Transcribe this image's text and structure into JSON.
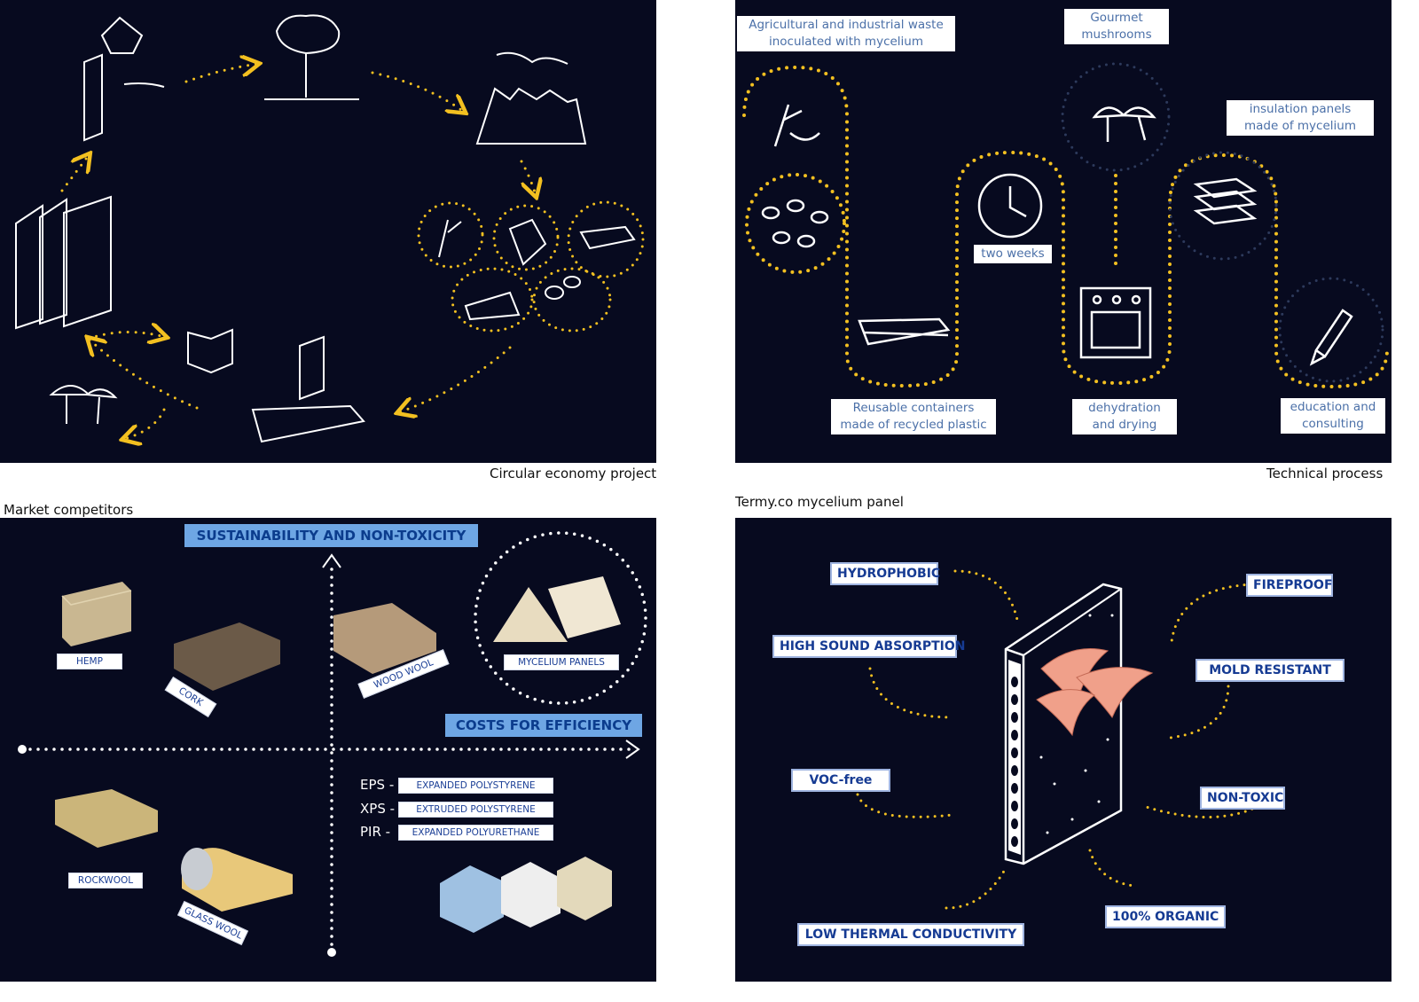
{
  "panels": {
    "circular": {
      "caption": "Circular economy project"
    },
    "technical": {
      "caption": "Technical process",
      "labels": {
        "waste": "Agricultural and industrial waste inoculated with mycelium",
        "mushrooms": "Gourmet mushrooms",
        "insulation": "insulation panels made of mycelium",
        "two_weeks": "two weeks",
        "containers": "Reusable containers made of recycled plastic",
        "dehydration": "dehydration and drying",
        "education": "education and consulting"
      }
    },
    "market": {
      "caption": "Market competitors",
      "axis_y": "SUSTAINABILITY AND NON-TOXICITY",
      "axis_x": "COSTS FOR EFFICIENCY",
      "products": {
        "hemp": "HEMP",
        "cork": "CORK",
        "wood_wool": "WOOD WOOL",
        "mycelium": "MYCELIUM PANELS",
        "rockwool": "ROCKWOOL",
        "glass_wool": "GLASS WOOL"
      },
      "abbreviations": [
        {
          "abbr": "EPS -",
          "full": "EXPANDED POLYSTYRENE"
        },
        {
          "abbr": "XPS -",
          "full": "EXTRUDED POLYSTYRENE"
        },
        {
          "abbr": "PIR -",
          "full": "EXPANDED POLYURETHANE"
        }
      ]
    },
    "termy": {
      "caption": "Termy.co mycelium panel",
      "properties": {
        "hydrophobic": "HYDROPHOBIC",
        "fireproof": "FIREPROOF",
        "sound": "HIGH SOUND ABSORPTION",
        "mold": "MOLD RESISTANT",
        "voc": "VOC-free",
        "nontoxic": "NON-TOXIC",
        "organic": "100% ORGANIC",
        "thermal": "LOW THERMAL CONDUCTIVITY"
      }
    }
  },
  "colors": {
    "background": "#070a1f",
    "dots": "#f3c020",
    "label_text": "#4b70a8",
    "property_text": "#163b93",
    "axis_fill": "#6ea6e4",
    "mushroom": "#f0a08a"
  }
}
